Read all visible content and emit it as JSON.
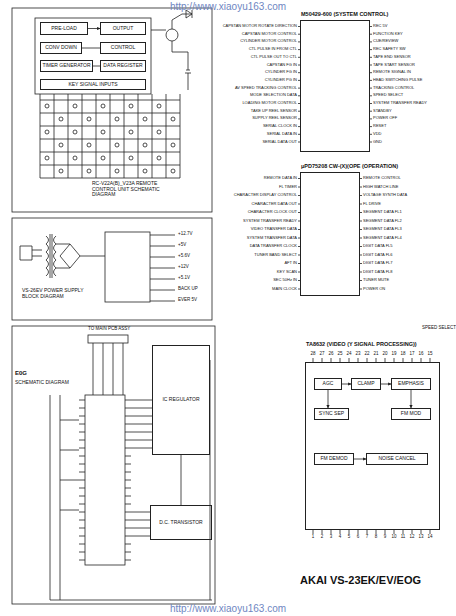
{
  "diagram": {
    "caption": "AKAI VS-23EK/EV/EOG",
    "nodes": [
      {
        "text": [
          "PRE-LOAD"
        ]
      },
      {
        "text": [
          "OUTPUT"
        ]
      },
      {
        "text": [
          "CONV DOWN"
        ]
      },
      {
        "text": [
          "CONTROL"
        ]
      },
      {
        "text": [
          "TIMER GENERATOR"
        ]
      },
      {
        "text": [
          "DATA REGISTER"
        ]
      },
      {
        "text": [
          "KEY SIGNAL INPUTS"
        ]
      },
      {
        "text": [
          "M50429-600 (SYSTEM CONTROL)"
        ]
      },
      {
        "text": [
          "μPD75208 CW-(X)(OPE (OPERATION)"
        ]
      },
      {
        "text": [
          "IC REGULATOR"
        ]
      },
      {
        "text": [
          "D.C. TRANSISTOR"
        ]
      },
      {
        "text": [
          "TA8632 (VIDEO (Y SIGNAL PROCESSING))"
        ]
      },
      {
        "text": [
          "AGC"
        ],
        "in": 11
      },
      {
        "text": [
          "CLAMP"
        ],
        "in": 11
      },
      {
        "text": [
          "EMPHASIS"
        ],
        "in": 11
      },
      {
        "text": [
          "SYNC SEP"
        ],
        "in": 11
      },
      {
        "text": [
          "FM MOD"
        ],
        "in": 11
      },
      {
        "text": [
          "FM DEMOD"
        ],
        "in": 11
      },
      {
        "text": [
          "NOISE CANCEL"
        ],
        "in": 11
      }
    ],
    "edges": [
      {
        "from": 0,
        "to": 1,
        "arrow": "to"
      },
      {
        "from": 2,
        "to": 3,
        "arrow": "none"
      },
      {
        "from": 4,
        "to": 5,
        "arrow": "none"
      },
      {
        "from": 9,
        "to": 10,
        "arrow": "none"
      },
      {
        "from": 12,
        "to": 13,
        "arrow": "to"
      },
      {
        "from": 13,
        "to": 14,
        "arrow": "to"
      },
      {
        "from": 14,
        "to": 16,
        "arrow": "to"
      },
      {
        "from": 12,
        "to": 15,
        "arrow": "to"
      },
      {
        "from": 17,
        "to": 18,
        "arrow": "to"
      }
    ],
    "labels": [
      "http://www.xiaoyu163.com",
      "RC-V22A(B)_V23A REMOTE CONTROL UNIT SCHEMATIC DIAGRAM",
      "VS-26EV POWER SUPPLY BLOCK DIAGRAM",
      "E0G",
      "SCHEMATIC DIAGRAM",
      "TO MAIN PCB ASSY",
      "SPEED SELECT",
      "http://www.xiaoyu163.com",
      "+12.7V",
      "+5V",
      "+5.6V",
      "+12V",
      "+5.1V",
      "BACK UP",
      "EVER 5V",
      "CAPSTAN MOTOR ROTATE DIRECTION",
      "CAPSTAN MOTOR CONTROL",
      "CYLINDER MOTOR CONTROL",
      "CTL PULSE IN FROM CTL",
      "CTL PULSE OUT TO CTL",
      "CAPSTAN FG IN",
      "CYLINDER FG IN",
      "CYLINDER PG IN",
      "AV SPEED TRACKING CONTROL",
      "MODE SELECTION DATA",
      "LOADING MOTOR CONTROL",
      "TAKE UP REEL SENSOR",
      "SUPPLY REEL SENSOR",
      "SERIAL CLOCK IN",
      "SERIAL DATA IN",
      "SERIAL DATA OUT",
      "REC 5V",
      "FUNCTION KEY",
      "CUE/REVIEW",
      "REC SAFETY SW",
      "TAPE END SENSOR",
      "TAPE START SENSOR",
      "REMOTE SIGNAL IN",
      "HEAD SWITCHING PULSE",
      "TRACKING CONTROL",
      "SPEED SELECT",
      "SYSTEM TRANSFER READY",
      "STANDBY",
      "POWER OFF",
      "RESET",
      "VDD",
      "GND",
      "REMOTE DATA IN",
      "FL TIMER",
      "CHARACTER DISPLAY CONTROL",
      "CHARACTER DATA OUT",
      "CHARACTER CLOCK OUT",
      "SYSTEM TRANSFER READY",
      "VIDEO TRANSFER DATA",
      "SYSTEM TRANSFER DATA",
      "DATA TRANSFER CLOCK",
      "TUNER BAND SELECT",
      "AFT IN",
      "KEY SCAN",
      "SEC 50Hz IN",
      "MAIN CLOCK",
      "REMOTE CONTROL",
      "HIGH WATCH LINE",
      "VOLTAGE SYNTH DATA",
      "FL DRIVE",
      "SEGMENT DATA FL1",
      "SEGMENT DATA FL2",
      "SEGMENT DATA FL3",
      "SEGMENT DATA FL4",
      "DIGIT DATA FL5",
      "DIGIT DATA FL6",
      "DIGIT DATA FL7",
      "DIGIT DATA FL8",
      "TUNER MUTE",
      "POWER ON",
      "28",
      "27",
      "26",
      "25",
      "24",
      "23",
      "22",
      "21",
      "20",
      "19",
      "18",
      "17",
      "16",
      "15",
      "1",
      "2",
      "3",
      "4",
      "5",
      "6",
      "7",
      "8",
      "9",
      "10",
      "11",
      "12",
      "13",
      "14"
    ]
  }
}
